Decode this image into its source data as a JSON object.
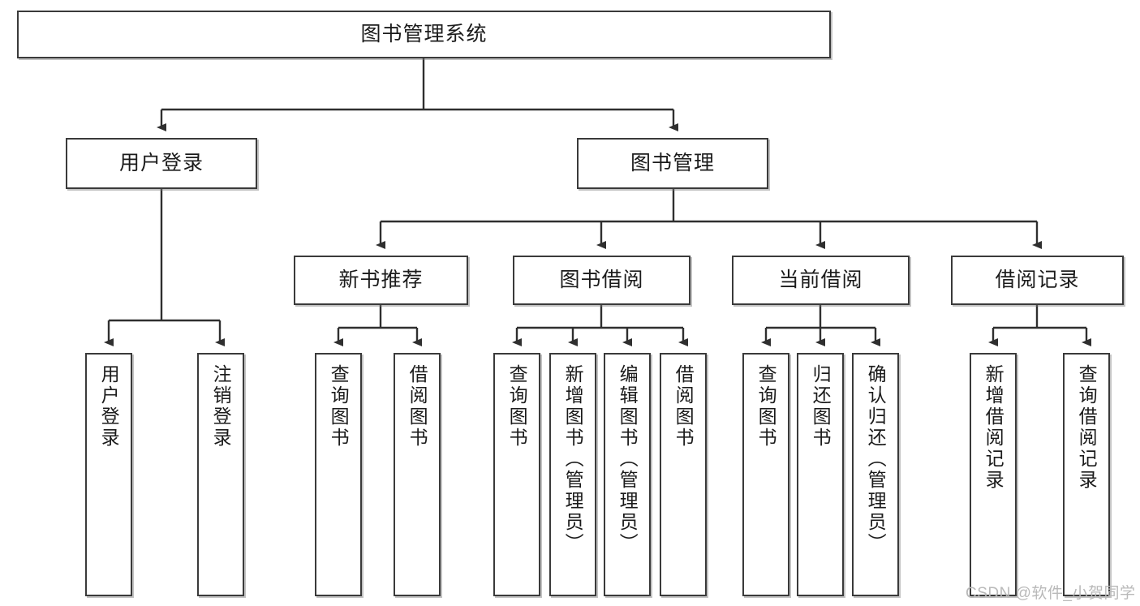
{
  "diagram": {
    "type": "tree-hierarchy-chart",
    "title": "图书管理系统",
    "line_color": "#3a3a3a",
    "box_fill": "#ffffff",
    "text_color": "#1b1b1b",
    "levels": 4
  },
  "nodes": {
    "root": {
      "label": "图书管理系统"
    },
    "level2": [
      {
        "label": "用户登录"
      },
      {
        "label": "图书管理"
      }
    ],
    "level3": [
      {
        "label": "新书推荐"
      },
      {
        "label": "图书借阅"
      },
      {
        "label": "当前借阅"
      },
      {
        "label": "借阅记录"
      }
    ],
    "leaves": {
      "user_login": [
        {
          "label": "用户登录"
        },
        {
          "label": "注销登录"
        }
      ],
      "new_book_recommend": [
        {
          "label": "查询图书"
        },
        {
          "label": "借阅图书"
        }
      ],
      "book_borrow": [
        {
          "label": "查询图书"
        },
        {
          "label": "新增图书（管理员）"
        },
        {
          "label": "编辑图书（管理员）"
        },
        {
          "label": "借阅图书"
        }
      ],
      "current_borrow": [
        {
          "label": "查询图书"
        },
        {
          "label": "归还图书"
        },
        {
          "label": "确认归还（管理员）"
        }
      ],
      "borrow_record": [
        {
          "label": "新增借阅记录"
        },
        {
          "label": "查询借阅记录"
        }
      ]
    }
  },
  "watermark": {
    "text": "CSDN @软件_小贺同学"
  }
}
